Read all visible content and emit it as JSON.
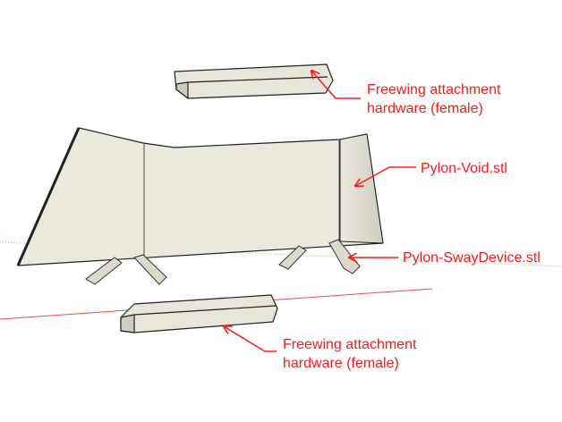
{
  "labels": {
    "top_hardware": [
      "Freewing attachment",
      "hardware (female)"
    ],
    "pylon_void": "Pylon-Void.stl",
    "sway_device": "Pylon-SwayDevice.stl",
    "bottom_hardware": [
      "Freewing attachment",
      "hardware (female)"
    ]
  },
  "colors": {
    "annotation": "#ff1a1a",
    "model": "#e6e4d8",
    "axis_red": "#e05050",
    "axis_green": "#7fd87f"
  }
}
